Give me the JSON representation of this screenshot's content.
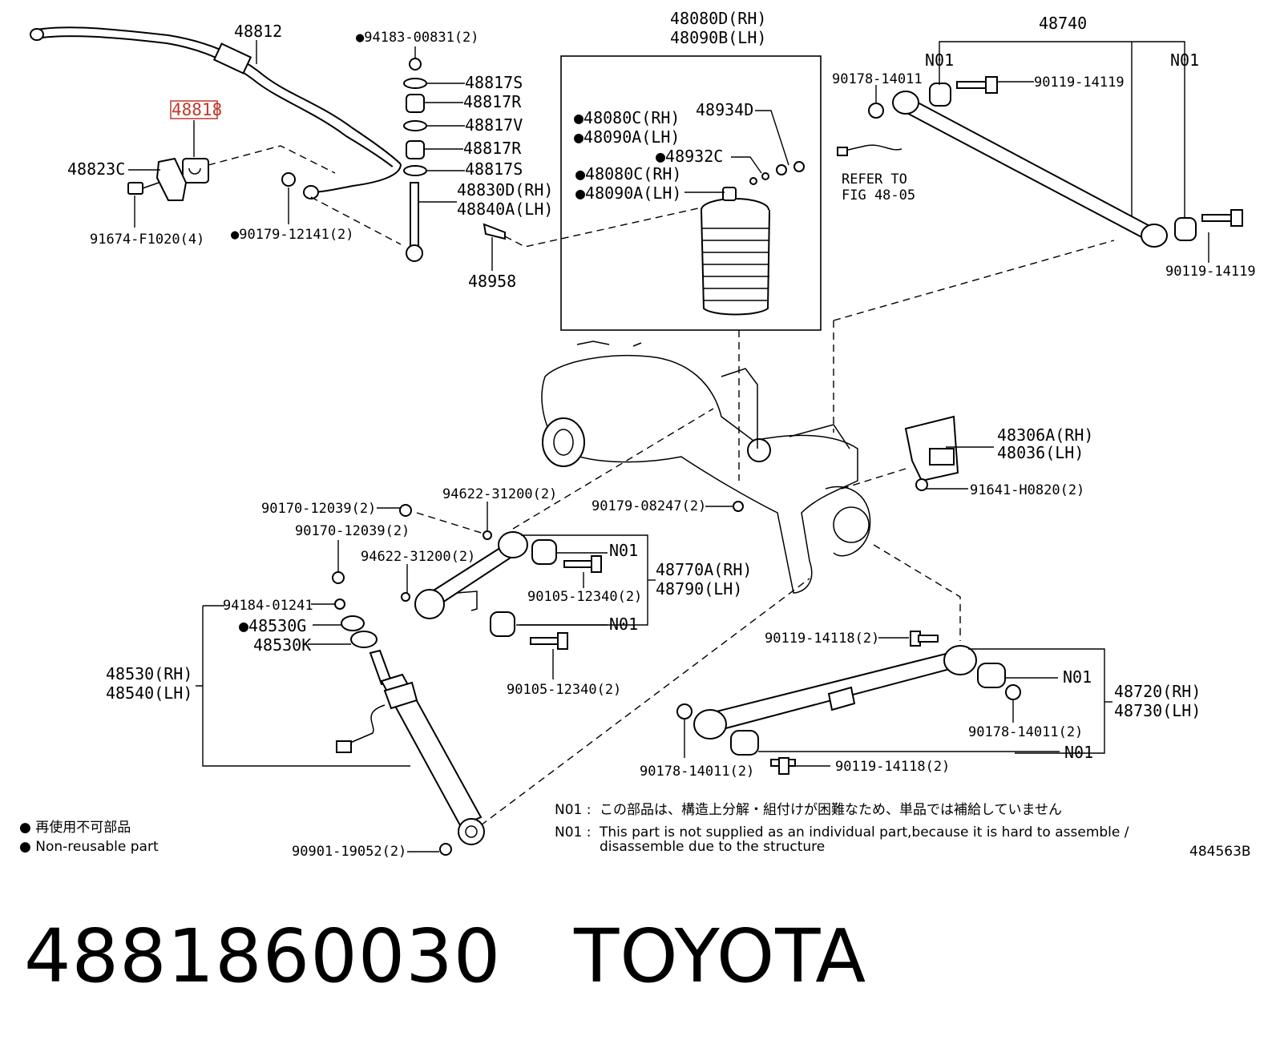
{
  "labels": {
    "p48812": "48812",
    "p94183": "●94183-00831(2)",
    "p48817s_top": "48817S",
    "p48817r_top": "48817R",
    "p48817v": "48817V",
    "p48817r_bot": "48817R",
    "p48817s_bot": "48817S",
    "p48818": "48818",
    "p48823c": "48823C",
    "p91674": "91674-F1020(4)",
    "p90179a": "●90179-12141(2)",
    "p48830d": "48830D(RH)",
    "p48840a": "48840A(LH)",
    "p48958": "48958",
    "p48080d": "48080D(RH)",
    "p48090b": "48090B(LH)",
    "p48934d": "48934D",
    "p48080c_a": "●48080C(RH)",
    "p48090a_a": "●48090A(LH)",
    "p48932c": "●48932C",
    "p48080c_b": "●48080C(RH)",
    "p48090a_b": "●48090A(LH)",
    "p48740": "48740",
    "n01_tl": "N01",
    "n01_tr": "N01",
    "p90178_top": "90178-14011",
    "p90119_top": "90119-14119",
    "p90119_right": "90119-14119",
    "refer1": "REFER TO",
    "refer2": "FIG 48-05",
    "p48306a": "48306A(RH)",
    "p48036": "48036(LH)",
    "p91641": "91641-H0820(2)",
    "p90179b": "90179-08247(2)",
    "p94622a": "94622-31200(2)",
    "p90170a": "90170-12039(2)",
    "p90170b": "90170-12039(2)",
    "p94622b": "94622-31200(2)",
    "n01_m1": "N01",
    "p48770a": "48770A(RH)",
    "p48790": "48790(LH)",
    "p90105a": "90105-12340(2)",
    "n01_m2": "N01",
    "p90105b": "90105-12340(2)",
    "p94184": "94184-01241",
    "p48530g": "●48530G",
    "p48530k": "48530K",
    "p48530": "48530(RH)",
    "p48540": "48540(LH)",
    "p90119_118a": "90119-14118(2)",
    "n01_r1": "N01",
    "p48720": "48720(RH)",
    "p48730": "48730(LH)",
    "p90178_r": "90178-14011(2)",
    "n01_r2": "N01",
    "p90178_l": "90178-14011(2)",
    "p90119_118b": "90119-14118(2)",
    "p90901": "90901-19052(2)",
    "legend_jp": "● 再使用不可部品",
    "legend_en": "● Non-reusable part",
    "note_jp_key": "N01 :",
    "note_jp": "この部品は、構造上分解・組付けが困難なため、単品では補給していません",
    "note_en_key": "N01 :",
    "note_en1": "This part is not supplied as an individual part,because it is hard to assemble /",
    "note_en2": "disassemble due to the structure",
    "fig_id": "484563B"
  },
  "caption": {
    "part_number": "4881860030",
    "brand": "TOYOTA"
  },
  "colors": {
    "highlight": "#c0392b",
    "line": "#000000"
  }
}
